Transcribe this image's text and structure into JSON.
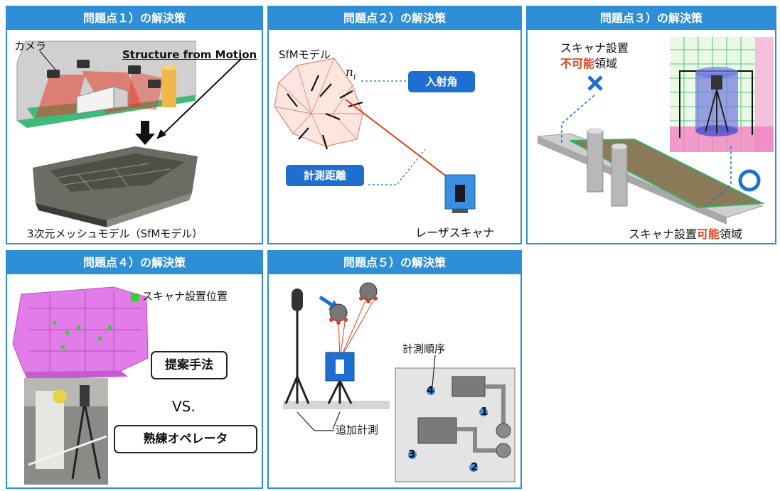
{
  "panels": [
    {
      "title": "問題点１）の解決策"
    },
    {
      "title": "問題点２）の解決策"
    },
    {
      "title": "問題点３）の解決策"
    },
    {
      "title": "問題点４）の解決策"
    },
    {
      "title": "問題点５）の解決策"
    }
  ],
  "p1": {
    "camera": "カメラ",
    "sfm_title": "Structure from Motion",
    "caption": "3次元メッシュモデル（SfMモデル）"
  },
  "p2": {
    "model": "SfMモデル",
    "normal": "n",
    "normal_sub": "i",
    "angle": "入射角",
    "distance": "計測距離",
    "scanner": "レーザスキャナ"
  },
  "p3": {
    "not_line1": "スキャナ設置",
    "not_line2_red": "不可能",
    "not_line2_rest": "領域",
    "ok_prefix": "スキャナ設置",
    "ok_red": "可能",
    "ok_suffix": "領域"
  },
  "p4": {
    "legend": "スキャナ設置位置",
    "proposed": "提案手法",
    "vs": "VS.",
    "operator": "熟練オペレータ"
  },
  "p5": {
    "order_label": "計測順序",
    "added": "追加計測",
    "nums": [
      "4",
      "1",
      "3",
      "2"
    ]
  },
  "colors": {
    "accent": "#2e8fd6",
    "label_blue": "#1f6fd0",
    "red": "#e0401e",
    "magenta": "#e27ce8",
    "green": "#2fb36a"
  }
}
